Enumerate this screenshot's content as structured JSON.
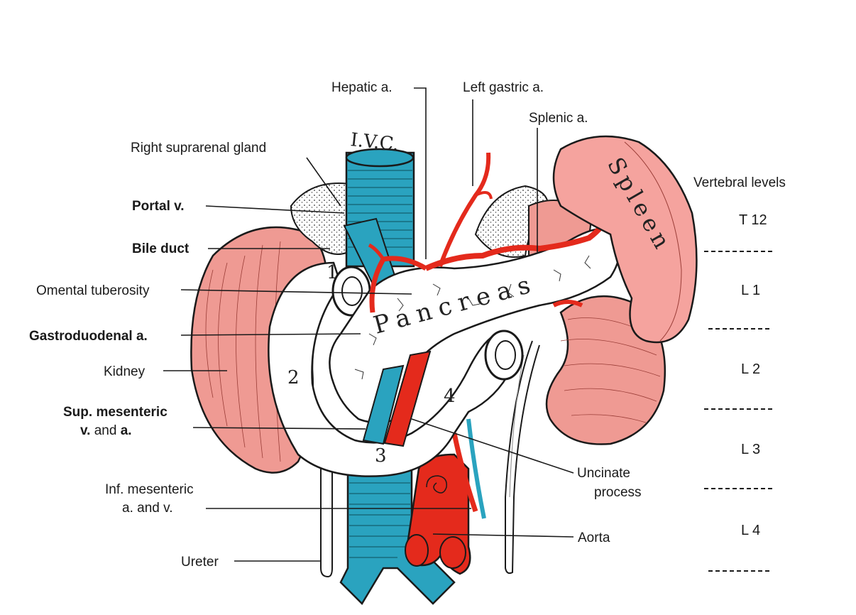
{
  "colors": {
    "vein": "#2aa3bf",
    "artery": "#e42a1c",
    "kidney": "#ef9a93",
    "spleen": "#f5a39e",
    "pancreas": "#ffffff",
    "outline": "#1a1a1a"
  },
  "labels": {
    "hepatic_a": "Hepatic a.",
    "left_gastric_a": "Left gastric a.",
    "splenic_a": "Splenic a.",
    "ivc": "I.V.C.",
    "right_suprarenal_gland": "Right suprarenal gland",
    "vertebral_levels": "Vertebral levels",
    "portal_v": "Portal v.",
    "bile_duct": "Bile duct",
    "omental_tuberosity": "Omental tuberosity",
    "gastroduodenal_a": "Gastroduodenal a.",
    "kidney": "Kidney",
    "sup_mesenteric_line1": "Sup. mesenteric",
    "sup_mesenteric_line2_v": "v.",
    "sup_mesenteric_line2_and": "and",
    "sup_mesenteric_line2_a": "a.",
    "uncinate_line1": "Uncinate",
    "uncinate_line2": "process",
    "inf_mesenteric_line1": "Inf. mesenteric",
    "inf_mesenteric_line2": "a. and v.",
    "aorta": "Aorta",
    "ureter": "Ureter",
    "pancreas": "Pancreas",
    "spleen": "Spleen",
    "duodenum_part_1": "1",
    "duodenum_part_2": "2",
    "duodenum_part_3": "3",
    "duodenum_part_4": "4"
  },
  "vertebral_levels": [
    "T 12",
    "L 1",
    "L 2",
    "L 3",
    "L 4"
  ]
}
